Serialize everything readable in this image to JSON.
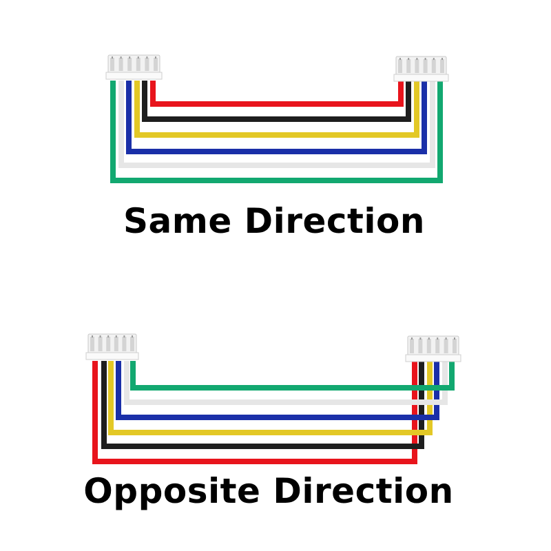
{
  "diagrams": [
    {
      "caption": "Same Direction",
      "left_order": [
        "green",
        "white",
        "blue",
        "yellow",
        "black",
        "red"
      ],
      "right_order": [
        "red",
        "black",
        "yellow",
        "blue",
        "white",
        "green"
      ]
    },
    {
      "caption": "Opposite Direction",
      "left_order": [
        "red",
        "black",
        "yellow",
        "blue",
        "white",
        "green"
      ],
      "right_order": [
        "red",
        "black",
        "yellow",
        "blue",
        "white",
        "green"
      ]
    }
  ],
  "wire_colors": {
    "red": "#e8141c",
    "black": "#1e1e1e",
    "yellow": "#e3c826",
    "blue": "#1a2fa8",
    "white": "#e6e6e6",
    "green": "#12a870"
  }
}
